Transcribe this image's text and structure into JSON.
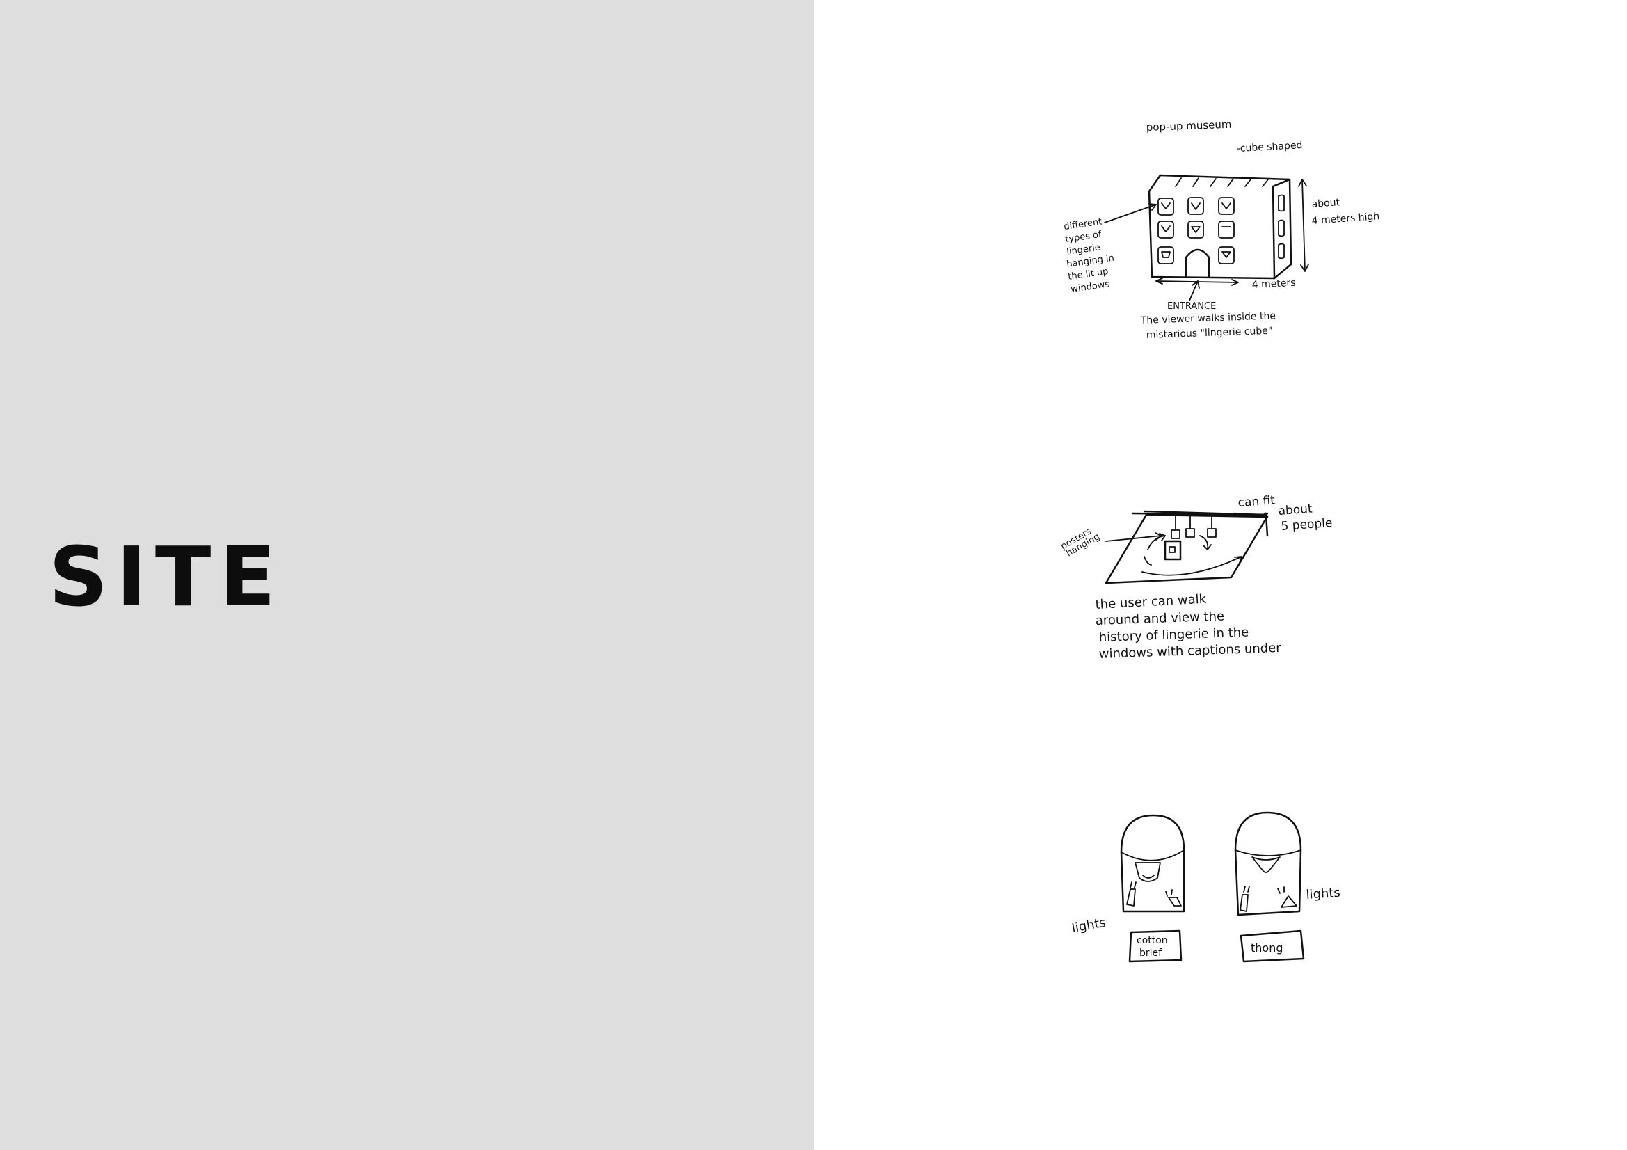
{
  "page": {
    "title": "SITE"
  },
  "sketch1": {
    "heading": "pop-up museum",
    "shape_note": "-cube shaped",
    "left_note_lines": [
      "different",
      "types of",
      "lingerie",
      "hanging in",
      "the lit up",
      "windows"
    ],
    "height_note_lines": [
      "about",
      "4 meters high"
    ],
    "width_note": "4 meters",
    "entrance_label": "ENTRANCE",
    "caption_lines": [
      "The viewer walks inside the",
      "mistarious \"lingerie cube\""
    ]
  },
  "sketch2": {
    "posters_note_lines": [
      "posters",
      "hanging"
    ],
    "capacity_lines": [
      "can fit",
      "about",
      "5 people"
    ],
    "caption_lines": [
      "the user can walk",
      "around and view the",
      "history of lingerie in the",
      "windows with captions under"
    ]
  },
  "sketch3": {
    "lights_left": "lights",
    "lights_right": "lights",
    "label_left_lines": [
      "cotton",
      "brief"
    ],
    "label_right": "thong"
  }
}
